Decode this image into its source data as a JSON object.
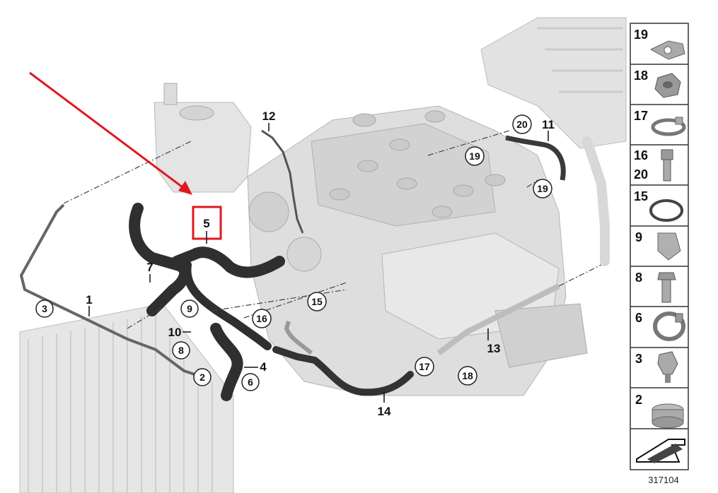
{
  "highlight": {
    "label": "5",
    "accent": "#e0191f"
  },
  "callouts": {
    "c1": "1",
    "c4": "4",
    "c7": "7",
    "c10": "10",
    "c11": "11",
    "c12": "12",
    "c13": "13",
    "c14": "14"
  },
  "circles": {
    "k3": "3",
    "k9": "9",
    "k8": "8",
    "k2": "2",
    "k6": "6",
    "k16": "16",
    "k15": "15",
    "k17": "17",
    "k18": "18",
    "k19a": "19",
    "k19b": "19",
    "k20": "20"
  },
  "side_panel": [
    {
      "id": "19"
    },
    {
      "id": "18"
    },
    {
      "id": "17"
    },
    {
      "id": "16",
      "id2": "20"
    },
    {
      "id": "15"
    },
    {
      "id": "9"
    },
    {
      "id": "8"
    },
    {
      "id": "6"
    },
    {
      "id": "3"
    },
    {
      "id": "2"
    }
  ],
  "catalog_number": "317104",
  "colors": {
    "hose": "#2b2b2b",
    "engine": "#d9d9d9",
    "line": "#555555"
  }
}
